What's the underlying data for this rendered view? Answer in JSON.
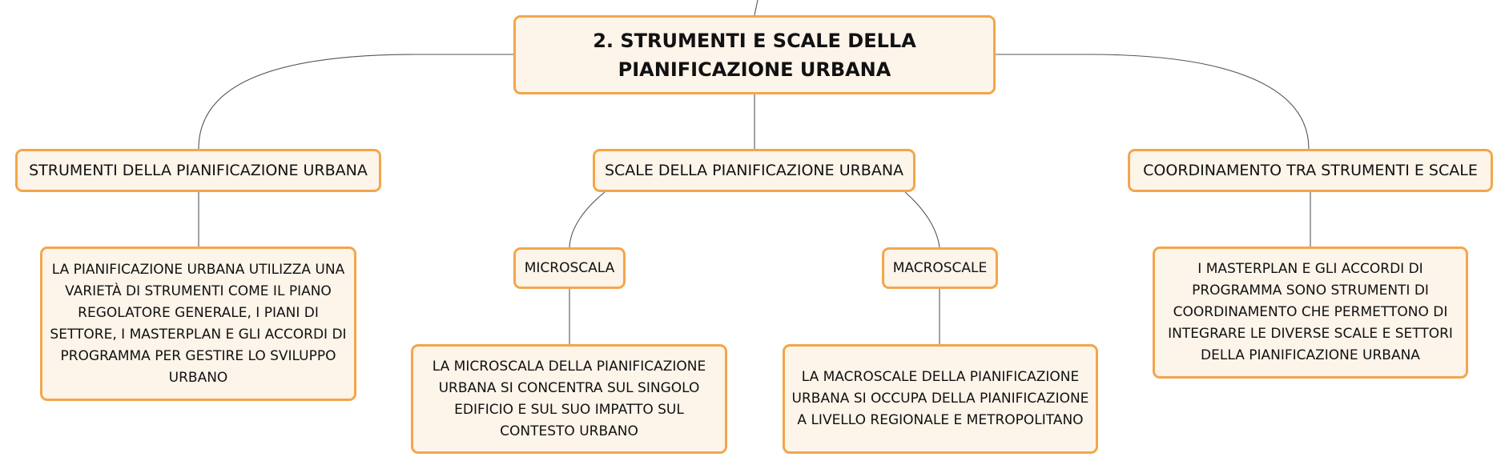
{
  "mindmap": {
    "root": {
      "label": "2. STRUMENTI E SCALE DELLA PIANIFICAZIONE URBANA"
    },
    "branches": {
      "strumenti": {
        "label": "STRUMENTI DELLA PIANIFICAZIONE URBANA",
        "detail": "LA PIANIFICAZIONE URBANA UTILIZZA UNA VARIETÀ DI STRUMENTI COME IL PIANO REGOLATORE GENERALE, I PIANI DI SETTORE, I MASTERPLAN E GLI ACCORDI DI PROGRAMMA PER GESTIRE LO SVILUPPO URBANO"
      },
      "scale": {
        "label": "SCALE DELLA PIANIFICAZIONE URBANA",
        "microscala": {
          "label": "MICROSCALA",
          "detail": "LA MICROSCALA DELLA PIANIFICAZIONE URBANA SI CONCENTRA SUL SINGOLO EDIFICIO E SUL SUO IMPATTO SUL CONTESTO URBANO"
        },
        "macroscale": {
          "label": "MACROSCALE",
          "detail": "LA MACROSCALE DELLA PIANIFICAZIONE URBANA SI OCCUPA DELLA PIANIFICAZIONE A LIVELLO REGIONALE E METROPOLITANO"
        }
      },
      "coordinamento": {
        "label": "COORDINAMENTO TRA STRUMENTI E SCALE",
        "detail": "I MASTERPLAN E GLI ACCORDI DI PROGRAMMA SONO STRUMENTI DI COORDINAMENTO CHE PERMETTONO DI INTEGRARE LE DIVERSE SCALE E SETTORI DELLA PIANIFICAZIONE URBANA"
      }
    },
    "colors": {
      "node_fill": "#fdf4ea",
      "node_border": "#f3a64a",
      "connector": "#555555",
      "text": "#111111"
    }
  }
}
